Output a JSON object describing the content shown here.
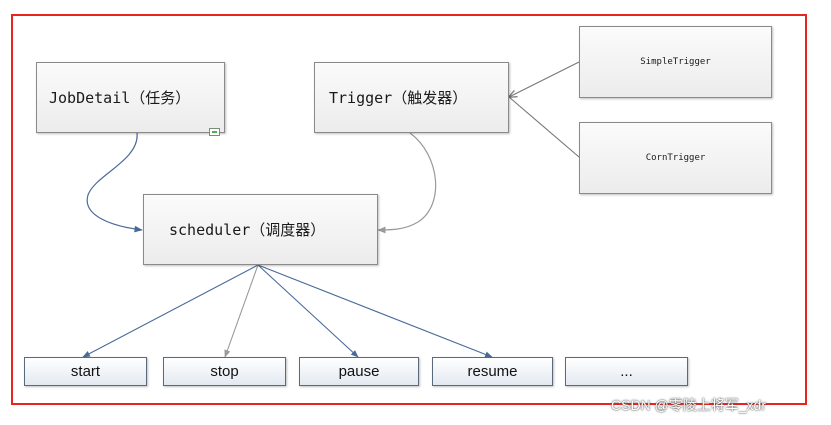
{
  "nodes": {
    "jobdetail": "JobDetail（任务）",
    "trigger": "Trigger（触发器）",
    "scheduler": "scheduler（调度器）",
    "simple_trigger": "SimpleTrigger",
    "corn_trigger": "CornTrigger"
  },
  "operations": [
    "start",
    "stop",
    "pause",
    "resume",
    "..."
  ],
  "watermark": "CSDN @零陵上将军_xdr",
  "colors": {
    "frame": "#e8241e",
    "blue_edge": "#4a6a9a",
    "gray_edge": "#9a9a9a"
  }
}
